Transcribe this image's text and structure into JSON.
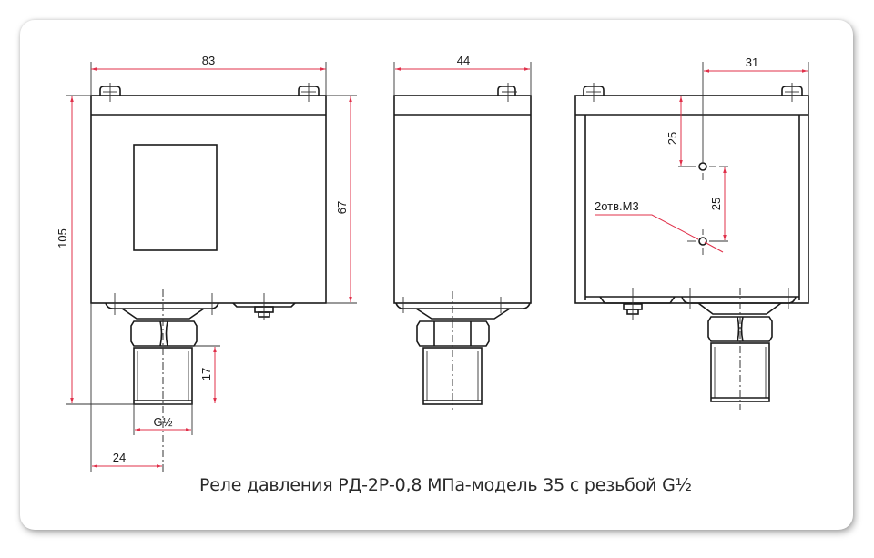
{
  "caption": "Реле давления РД-2Р-0,8 МПа-модель 35 с резьбой G½",
  "colors": {
    "outline": "#1a1a1a",
    "dimension": "#e0304a",
    "background": "#ffffff"
  },
  "views": {
    "front": {
      "dims": {
        "width": "83",
        "total_height": "105",
        "body_height": "67",
        "thread_length": "17",
        "thread": "G½",
        "axis_offset": "24"
      }
    },
    "side": {
      "dims": {
        "width": "44"
      }
    },
    "rear": {
      "dims": {
        "hole_offset_x": "31",
        "hole_offset_top": "25",
        "hole_spacing": "25",
        "holes_note": "2отв.М3"
      }
    }
  }
}
